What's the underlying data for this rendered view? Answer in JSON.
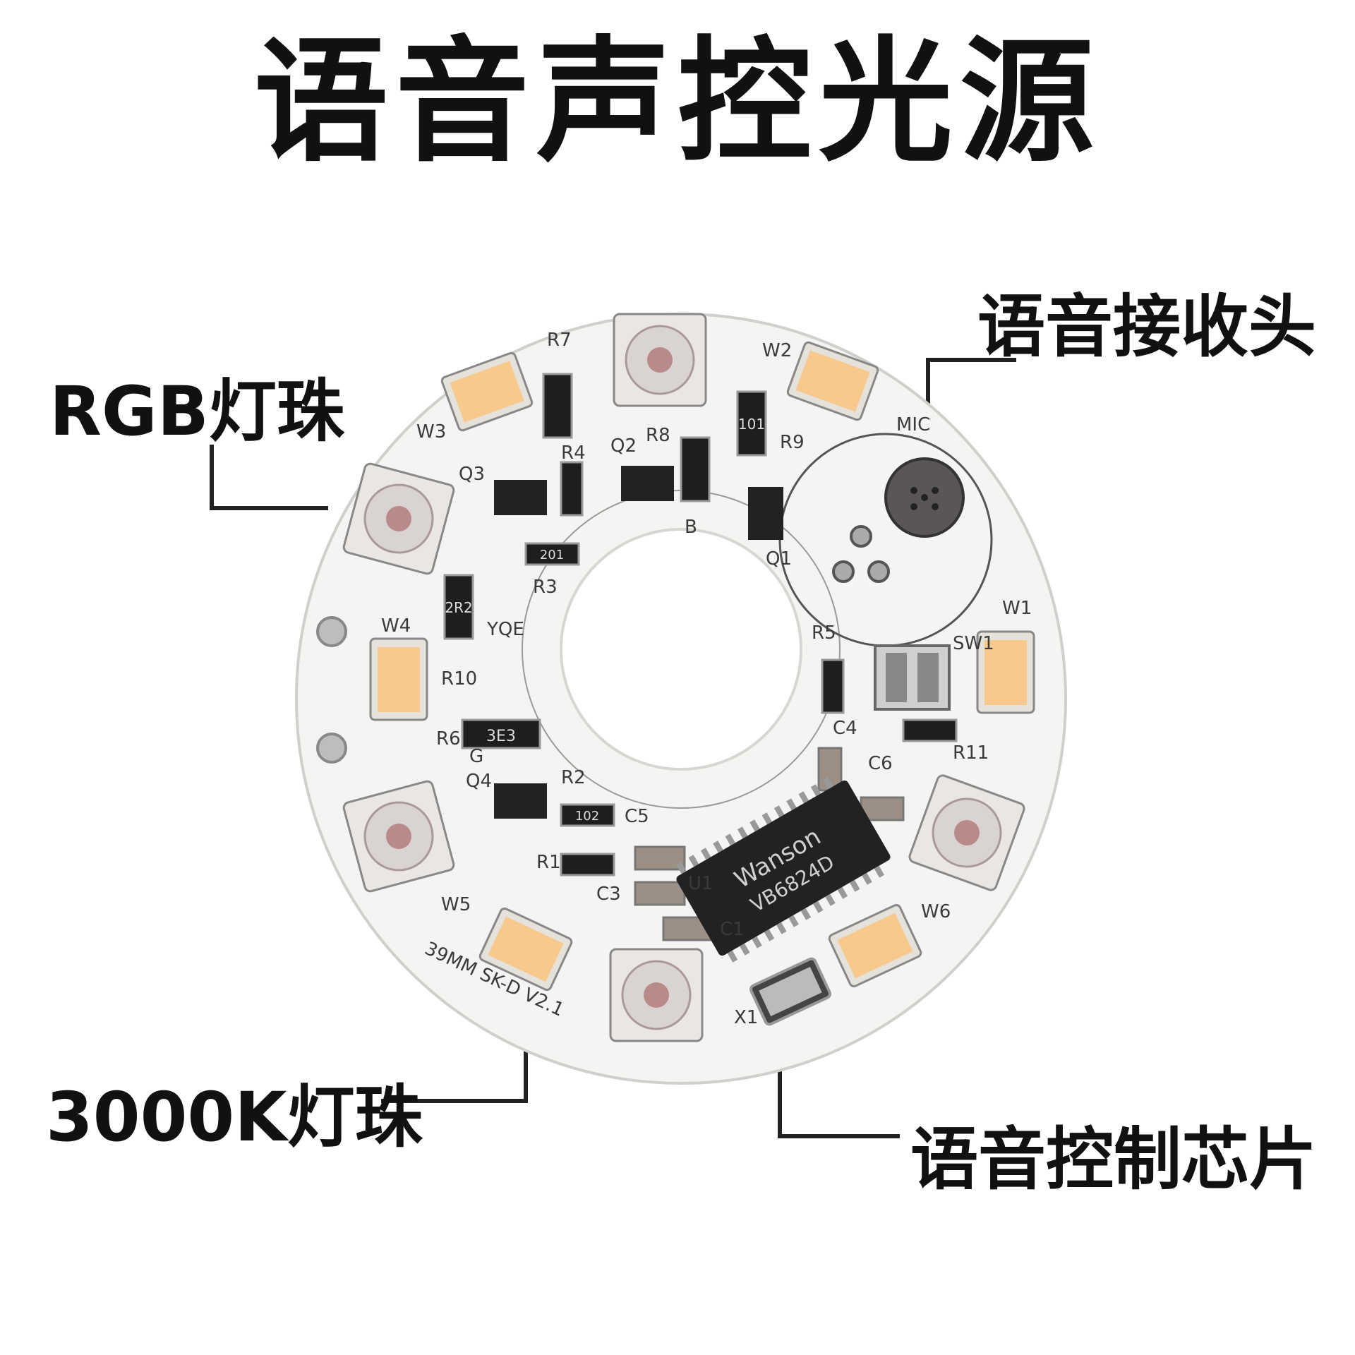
{
  "title": "语音声控光源",
  "callouts": {
    "rgb_led": "RGB灯珠",
    "mic": "语音接收头",
    "warm_led": "3000K灯珠",
    "chip": "语音控制芯片"
  },
  "board_silkscreen": {
    "r7": "R7",
    "r8": "R8",
    "r9": "R9",
    "r4": "R4",
    "r3": "R3",
    "r10": "R10",
    "r6": "R6",
    "r2": "R2",
    "r1": "R1",
    "r5": "R5",
    "r11": "R11",
    "q1": "Q1",
    "q2": "Q2",
    "q3": "Q3",
    "q4": "Q4",
    "w1": "W1",
    "w2": "W2",
    "w3": "W3",
    "w4": "W4",
    "w5": "W5",
    "w6": "W6",
    "c1": "C1",
    "c3": "C3",
    "c4": "C4",
    "c5": "C5",
    "c6": "C6",
    "u1": "U1",
    "sw1": "SW1",
    "x1": "X1",
    "mic": "MIC",
    "brand": "YQE",
    "model": "39MM SK-D V2.1",
    "g": "G",
    "b": "B",
    "res_3e3": "3E3",
    "res_2r2": "2R2",
    "res_101": "101",
    "res_102": "102",
    "res_201": "201",
    "chip_brand": "Wanson",
    "chip_part": "VB6824D"
  },
  "colors": {
    "board": "#f4f4f2",
    "warm_led": "#f7c98c",
    "rgb_led_body": "#e9e6e4",
    "ic": "#222222"
  }
}
